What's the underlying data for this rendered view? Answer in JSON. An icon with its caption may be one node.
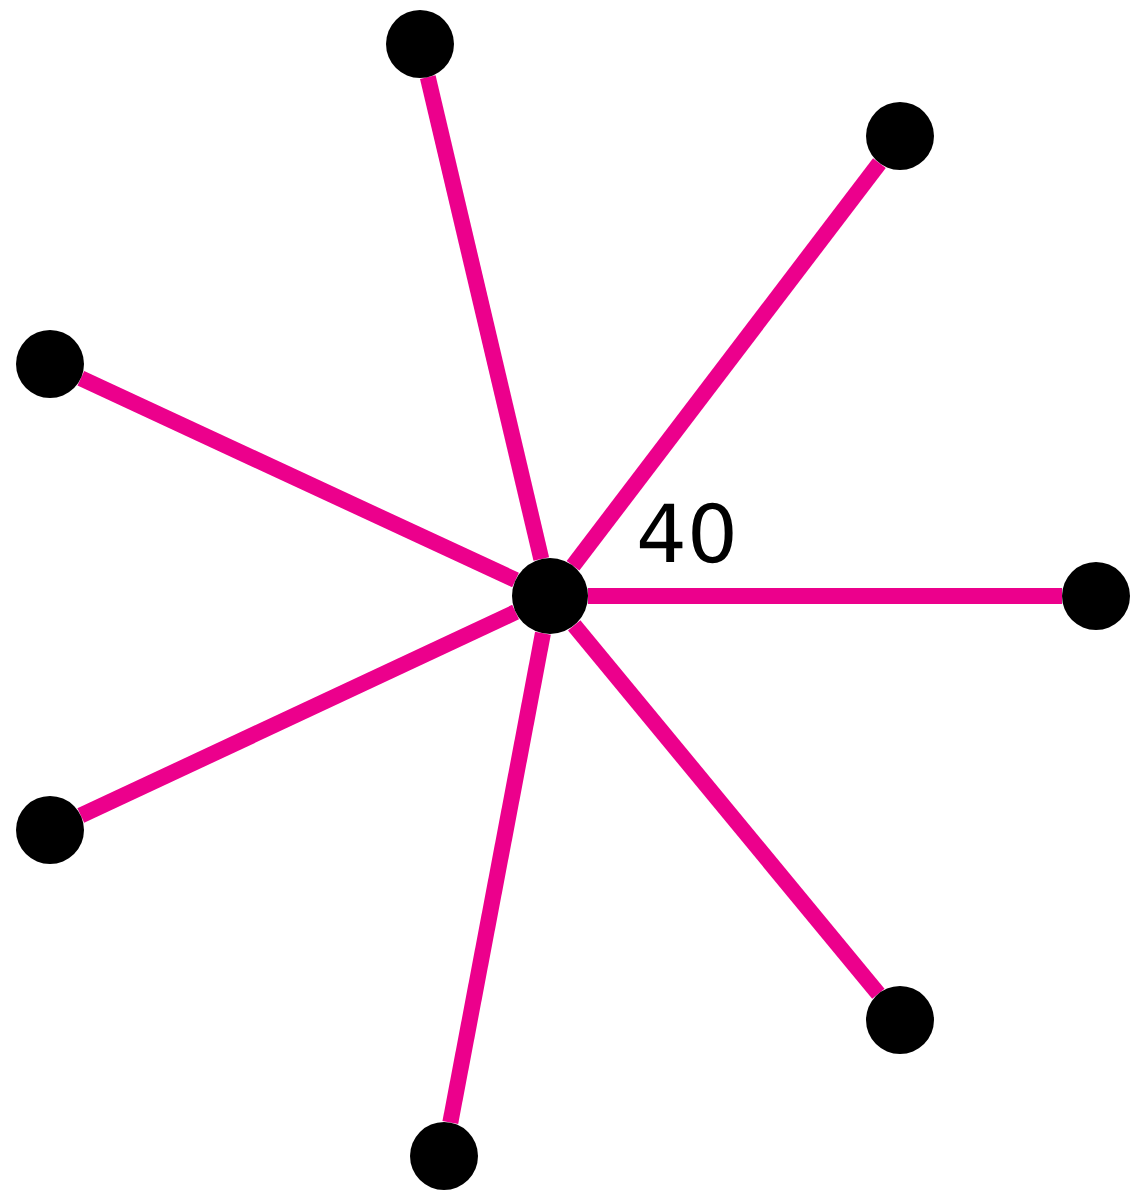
{
  "diagram": {
    "nodes": [
      {
        "text": [],
        "shape": "circle"
      },
      {
        "text": [],
        "shape": "circle"
      },
      {
        "text": [],
        "shape": "circle"
      },
      {
        "text": [],
        "shape": "circle"
      },
      {
        "text": [],
        "shape": "circle"
      },
      {
        "text": [],
        "shape": "circle"
      },
      {
        "text": [],
        "shape": "circle"
      },
      {
        "text": [],
        "shape": "circle"
      }
    ],
    "edges": [
      {
        "from": 3,
        "to": 0,
        "arrow": "none"
      },
      {
        "from": 3,
        "to": 1,
        "arrow": "none"
      },
      {
        "from": 3,
        "to": 2,
        "arrow": "none"
      },
      {
        "from": 3,
        "to": 4,
        "arrow": "none"
      },
      {
        "from": 3,
        "to": 5,
        "arrow": "none"
      },
      {
        "from": 3,
        "to": 6,
        "arrow": "none"
      },
      {
        "from": 3,
        "to": 7,
        "arrow": "none"
      }
    ],
    "labels": [
      "40"
    ]
  }
}
